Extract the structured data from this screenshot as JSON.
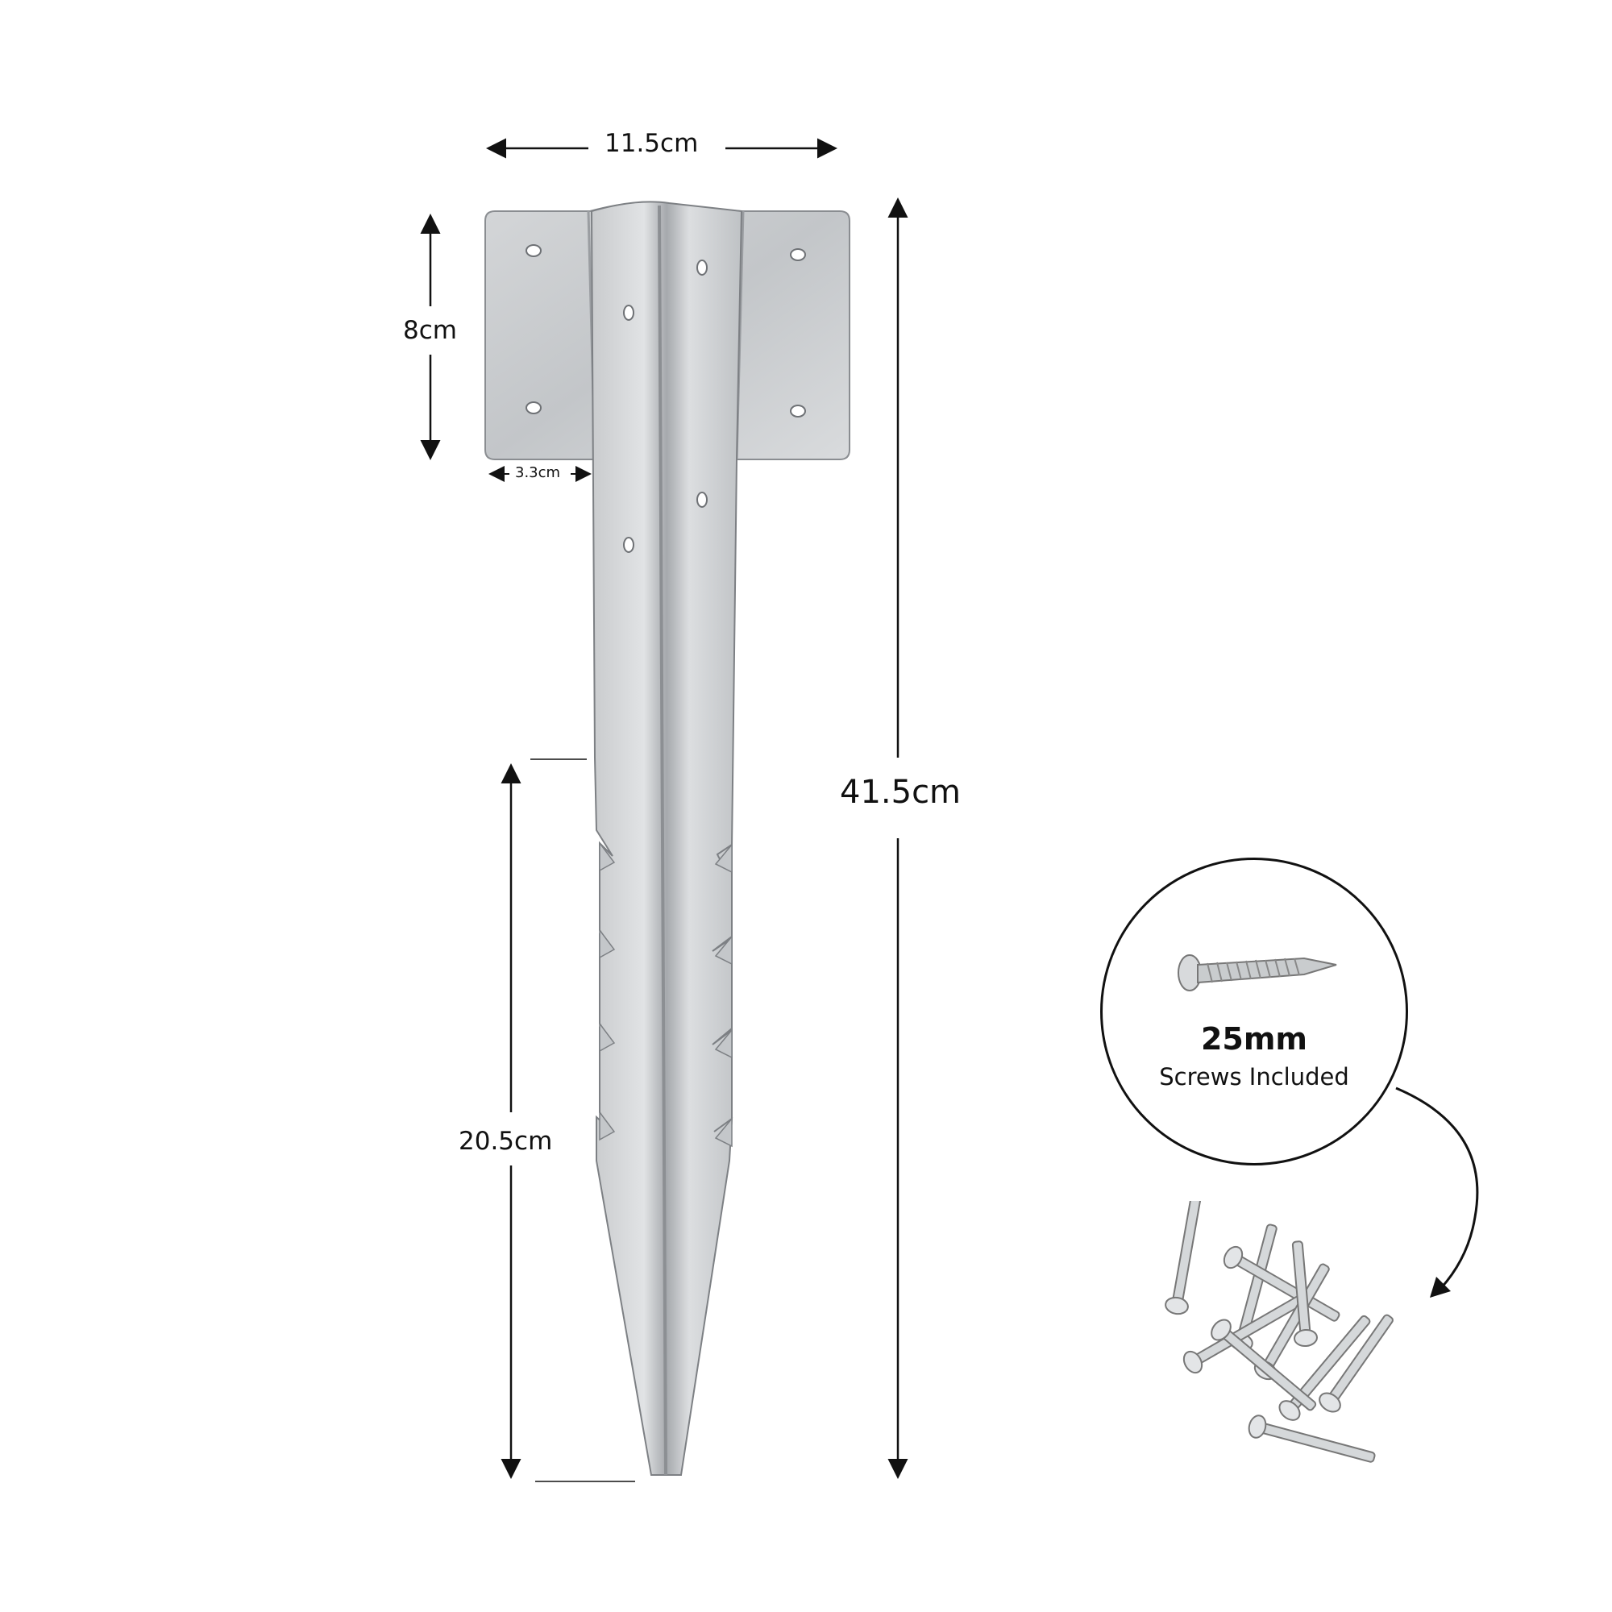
{
  "dimensions": {
    "overall_width": "11.5cm",
    "flange_height": "8cm",
    "flange_side_width": "3.3cm",
    "total_length": "41.5cm",
    "spike_length": "20.5cm"
  },
  "screws": {
    "size": "25mm",
    "text": "Screws Included",
    "icon": "screw-icon"
  },
  "colors": {
    "metal_light": "#d6d8da",
    "metal_mid": "#b4b7ba",
    "metal_dark": "#8a8d91",
    "line": "#111111"
  }
}
